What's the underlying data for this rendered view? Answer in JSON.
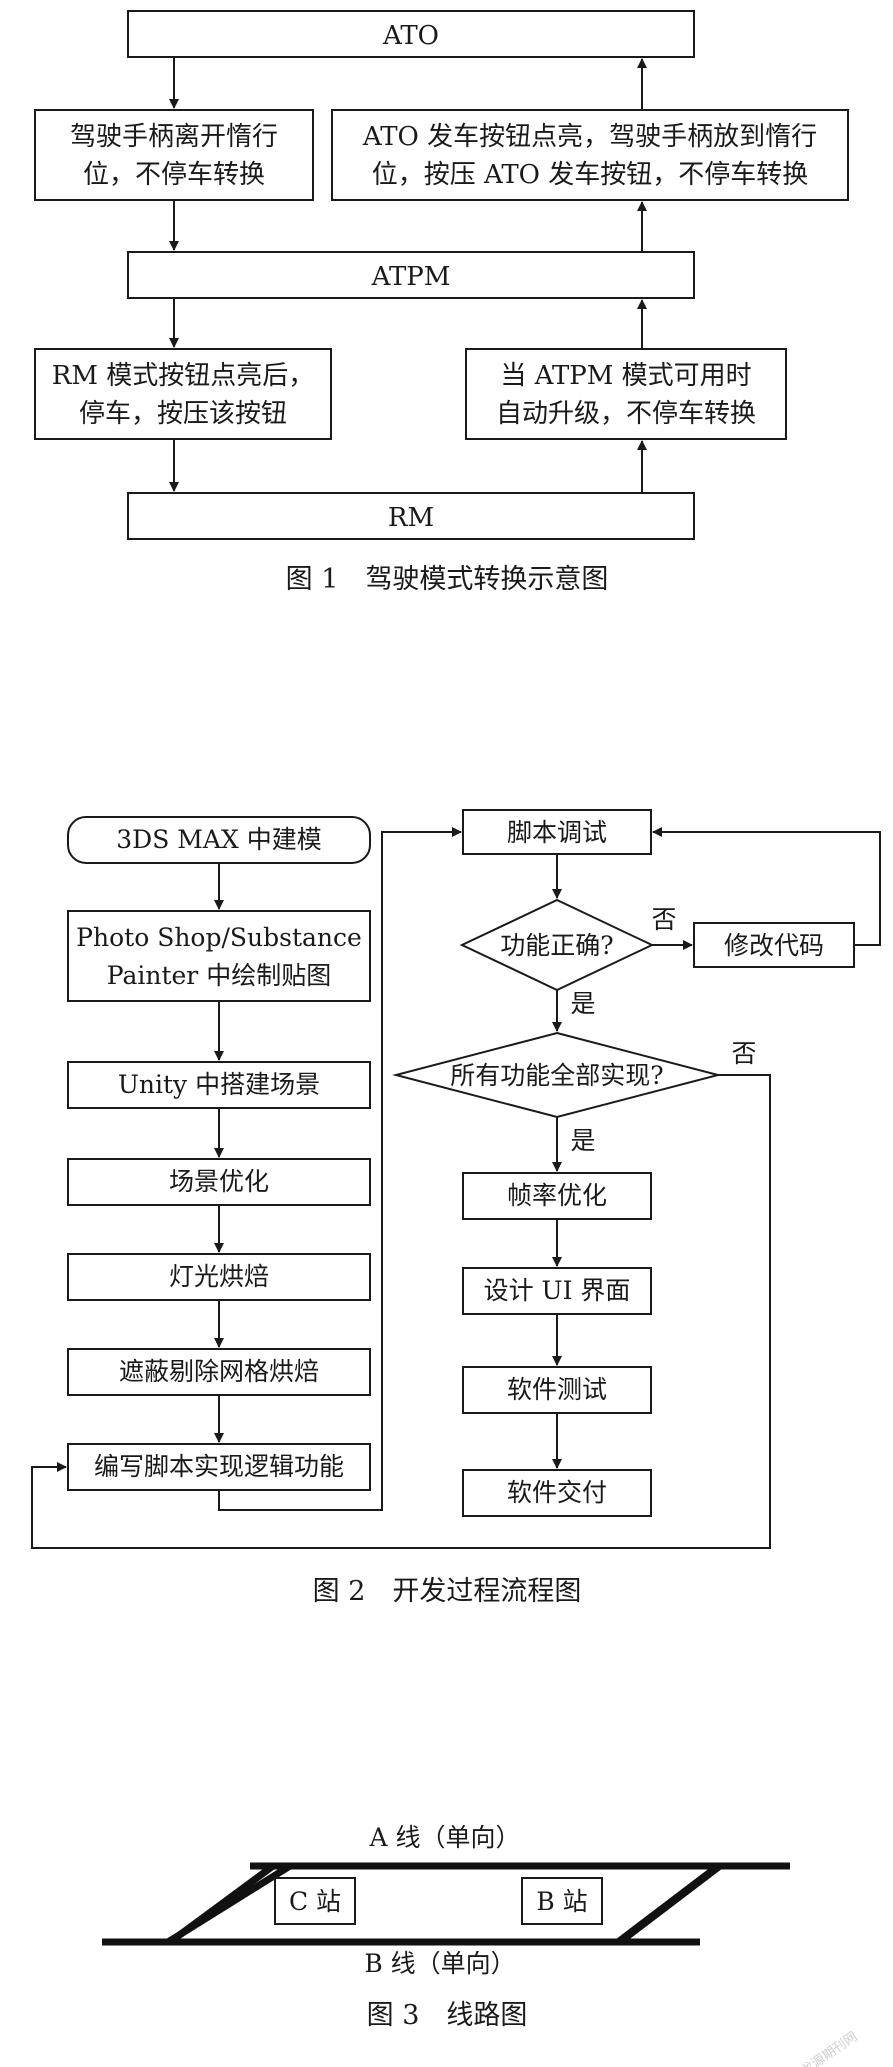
{
  "fig1": {
    "ato": "ATO",
    "atpm": "ATPM",
    "rm": "RM",
    "left_upper": [
      "驾驶手柄离开惰行",
      "位，不停车转换"
    ],
    "right_upper": [
      "ATO 发车按钮点亮，驾驶手柄放到惰行",
      "位，按压 ATO 发车按钮，不停车转换"
    ],
    "left_lower": [
      "RM 模式按钮点亮后，",
      "停车，按压该按钮"
    ],
    "right_lower": [
      "当 ATPM 模式可用时",
      "自动升级，不停车转换"
    ],
    "caption": "图 1　驾驶模式转换示意图"
  },
  "fig2": {
    "start": "3DS MAX 中建模",
    "texture": [
      "Photo Shop/Substance",
      "Painter 中绘制贴图"
    ],
    "scene": "Unity 中搭建场景",
    "optimize": "场景优化",
    "light": "灯光烘焙",
    "occlusion": "遮蔽剔除网格烘焙",
    "script": "编写脚本实现逻辑功能",
    "debug": "脚本调试",
    "decision1": "功能正确?",
    "fix": "修改代码",
    "decision2": "所有功能全部实现?",
    "framerate": "帧率优化",
    "ui": "设计 UI 界面",
    "test": "软件测试",
    "deliver": "软件交付",
    "yes": "是",
    "no": "否",
    "caption": "图 2　开发过程流程图"
  },
  "fig3": {
    "line_a": "A 线（单向）",
    "line_b": "B 线（单向）",
    "station_c": "C 站",
    "station_b": "B 站",
    "caption": "图 3　线路图"
  },
  "watermark": "龙源期刊网"
}
